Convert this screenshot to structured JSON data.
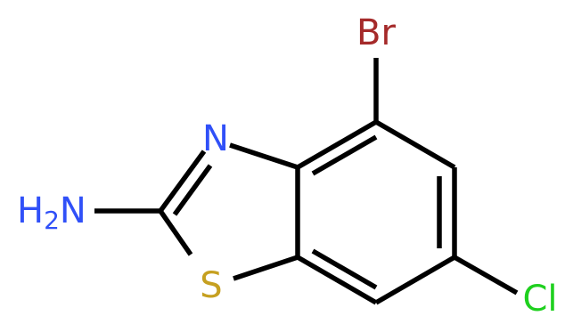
{
  "molecule": {
    "atoms": {
      "bromine": {
        "symbol": "Br",
        "color": "#a52a2a"
      },
      "nitrogen_ring": {
        "symbol": "N",
        "color": "#3050f8"
      },
      "amine": {
        "symbol": "H",
        "subscript": "2",
        "tail": "N",
        "color": "#3050f8"
      },
      "sulfur": {
        "symbol": "S",
        "color": "#c6a020"
      },
      "chlorine": {
        "symbol": "Cl",
        "color": "#1fd01f"
      }
    },
    "bond_color": "#000000",
    "background": "#ffffff"
  }
}
